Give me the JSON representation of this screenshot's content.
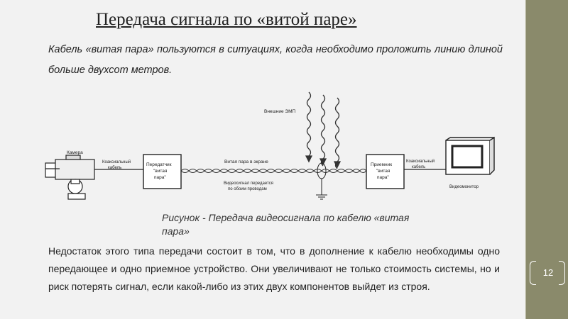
{
  "title": "Передача сигнала по «витой паре»",
  "intro": "Кабель «витая пара» пользуются в ситуациях, когда необходимо проложить линию длиной больше двухсот метров.",
  "diagram": {
    "camera_label": "Камера",
    "coax_left": [
      "Коаксиальный",
      "кабель"
    ],
    "transmitter": [
      "Передатчик",
      "\"витая",
      "пара\""
    ],
    "twisted_label": "Витая пара в экране",
    "video_note": [
      "Видеосигнал передается",
      "по обоим проводам"
    ],
    "emi_label": "Внешние ЭМП",
    "receiver": [
      "Приемник",
      "\"витая",
      "пара\""
    ],
    "coax_right": [
      "Коаксиальный",
      "кабель"
    ],
    "monitor_label": "Видеомонитор"
  },
  "caption": "Рисунок - Передача видеосигнала по кабелю «витая пара»",
  "body": "Недостаток этого типа передачи состоит в том, что в дополнение к кабелю необходимы одно передающее и одно приемное устройство. Они увеличивают не только стоимость системы, но и риск потерять сигнал, если какой-либо из этих двух компонентов выйдет из строя.",
  "page_number": "12",
  "colors": {
    "sidebar": "#8a8a6b",
    "background": "#f2f2f2"
  }
}
